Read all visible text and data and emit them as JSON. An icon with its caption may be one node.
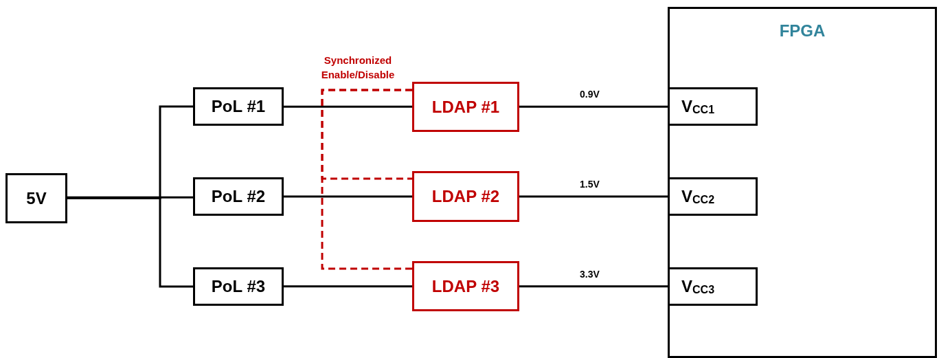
{
  "diagram": {
    "nodes": [
      {
        "text": [
          "FPGA"
        ]
      },
      {
        "text": [
          "5V"
        ]
      },
      {
        "text": [
          "PoL #1"
        ]
      },
      {
        "text": [
          "PoL #2"
        ]
      },
      {
        "text": [
          "PoL #3"
        ]
      },
      {
        "text": [
          "LDAP #1"
        ]
      },
      {
        "text": [
          "LDAP #2"
        ]
      },
      {
        "text": [
          "LDAP #3"
        ]
      },
      {
        "text": [
          "V$_{CC1}$"
        ],
        "in": 0
      },
      {
        "text": [
          "V$_{CC2}$"
        ],
        "in": 0
      },
      {
        "text": [
          "V$_{CC3}$"
        ],
        "in": 0
      }
    ],
    "edges": [
      {
        "from": 1,
        "to": 2,
        "arrow": "none"
      },
      {
        "from": 1,
        "to": 3,
        "arrow": "none"
      },
      {
        "from": 1,
        "to": 4,
        "arrow": "none"
      },
      {
        "from": 2,
        "to": 5,
        "arrow": "none"
      },
      {
        "from": 3,
        "to": 6,
        "arrow": "none"
      },
      {
        "from": 4,
        "to": 7,
        "arrow": "none"
      },
      {
        "from": 5,
        "to": 6,
        "arrow": "none",
        "style": "dashed",
        "color": "#c00000"
      },
      {
        "from": 5,
        "to": 7,
        "arrow": "none",
        "style": "dashed",
        "color": "#c00000"
      },
      {
        "from": 5,
        "to": 8,
        "label": "0.9V",
        "arrow": "none"
      },
      {
        "from": 6,
        "to": 9,
        "label": "1.5V",
        "arrow": "none"
      },
      {
        "from": 7,
        "to": 10,
        "label": "3.3V",
        "arrow": "none"
      }
    ],
    "labels": [
      "Synchronized Enable/Disable"
    ]
  }
}
